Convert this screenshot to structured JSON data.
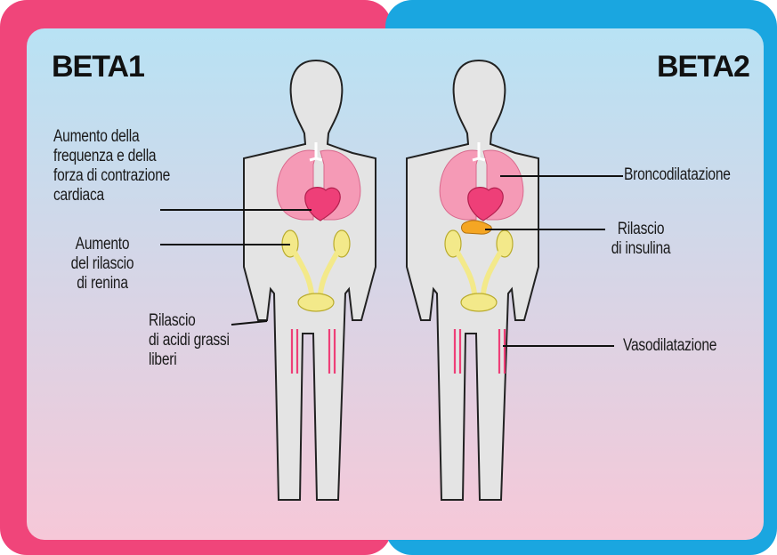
{
  "panels": {
    "left": {
      "title": "BETA1",
      "border_color": "#f0457a"
    },
    "right": {
      "title": "BETA2",
      "border_color": "#1aa6e0"
    }
  },
  "labels": {
    "heart_rate": "Aumento della\nfrequenza e della\nforza di contrazione\ncardiaca",
    "renin": "Aumento\ndel rilascio\ndi renina",
    "fatty_acids": "Rilascio\ndi acidi grassi\nliberi",
    "bronchodilation": "Broncodilatazione",
    "insulin": "Rilascio\ndi insulina",
    "vasodilation": "Vasodilatazione"
  },
  "colors": {
    "background_top": "#b8e2f4",
    "background_bottom": "#f6c8d8",
    "body_fill": "#e4e4e4",
    "body_outline": "#222222",
    "lungs": "#f59ab6",
    "heart": "#ee3f78",
    "kidneys": "#f3e98a",
    "pancreas": "#f5a623",
    "vessels": "#ee3f78",
    "leader_lines": "#111111"
  }
}
